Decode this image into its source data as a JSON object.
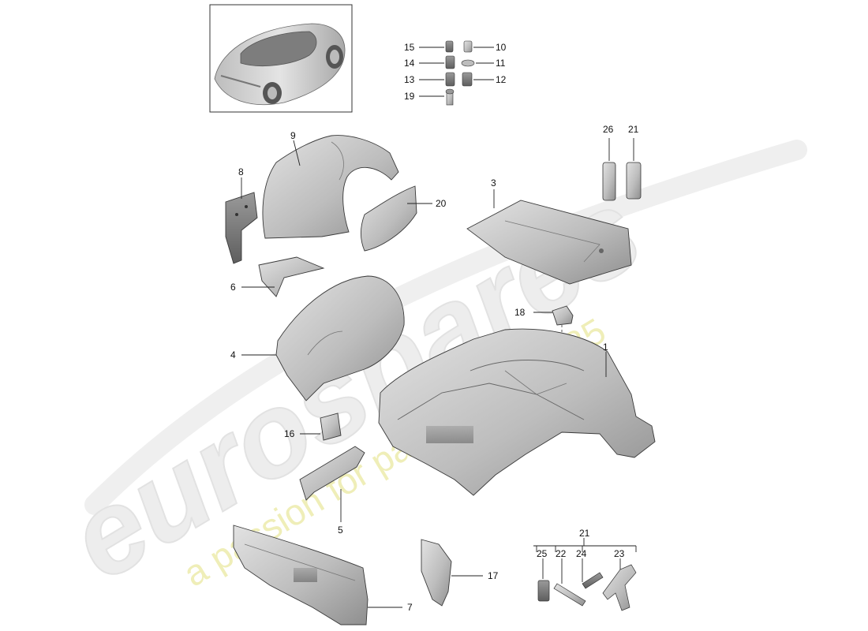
{
  "diagram": {
    "callouts": [
      "1",
      "3",
      "4",
      "5",
      "6",
      "7",
      "8",
      "9",
      "10",
      "11",
      "12",
      "13",
      "14",
      "15",
      "16",
      "17",
      "18",
      "19",
      "20",
      "21",
      "21",
      "22",
      "23",
      "24",
      "25",
      "26"
    ]
  },
  "watermark": {
    "brand": "eurospares",
    "tagline": "a passion for parts since 1985"
  },
  "colors": {
    "part_fill": "#c9c9c9",
    "part_dark": "#8e8e8e",
    "watermark_gray": "#e9e9e9",
    "watermark_yellow": "#efeeb8"
  }
}
